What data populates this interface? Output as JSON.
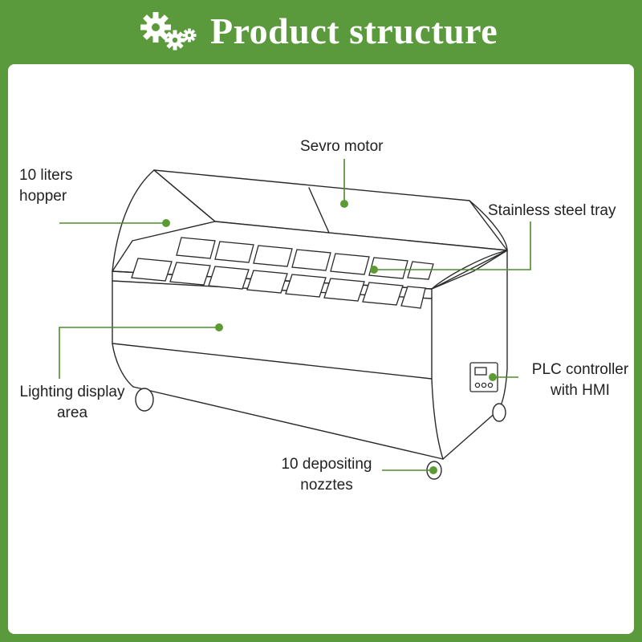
{
  "header": {
    "title": "Product structure",
    "icon": "gears-icon"
  },
  "colors": {
    "brand_green": "#5a9a3c",
    "leader_green": "#4e8a2e",
    "callout_dot": "#5c9b33",
    "outline": "#2a2a2a"
  },
  "labels": {
    "hopper": {
      "line1": "10 liters",
      "line2": "hopper"
    },
    "servo_motor": {
      "line1": "Sevro motor"
    },
    "tray": {
      "line1": "Stainless steel tray"
    },
    "lighting": {
      "line1": "Lighting display",
      "line2": "area"
    },
    "plc": {
      "line1": "PLC controller",
      "line2": "with HMI"
    },
    "nozzles": {
      "line1": "10 depositing",
      "line2": "nozztes"
    }
  }
}
